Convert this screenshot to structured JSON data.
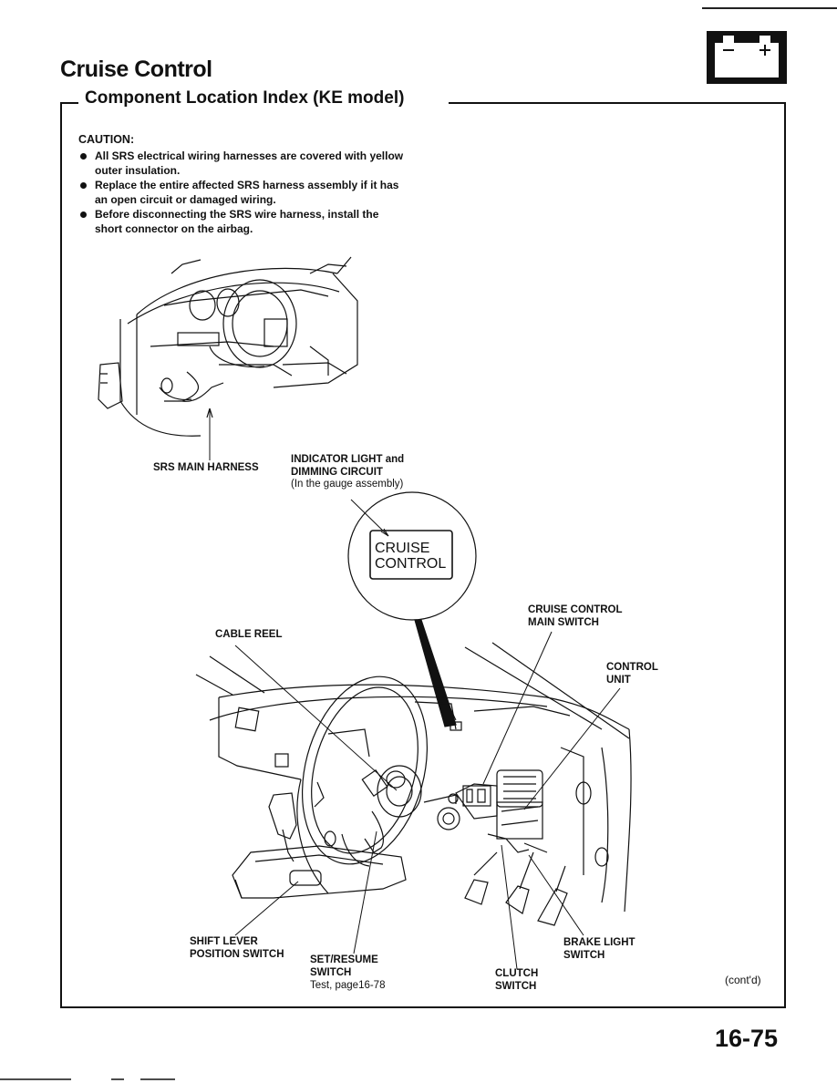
{
  "header": {
    "title": "Cruise Control",
    "subtitle": "Component Location Index (KE model)"
  },
  "caution": {
    "heading": "CAUTION:",
    "items": [
      "All SRS electrical wiring harnesses are covered with yellow outer insulation.",
      "Replace the entire affected SRS harness assembly if it has an open circuit or damaged wiring.",
      "Before disconnecting the SRS wire harness, install the short connector on the airbag."
    ]
  },
  "labels": {
    "srs_main_harness": "SRS MAIN HARNESS",
    "indicator_light": "INDICATOR LIGHT and\nDIMMING CIRCUIT",
    "indicator_note": "(In the gauge assembly)",
    "gauge_text_1": "CRUISE",
    "gauge_text_2": "CONTROL",
    "cable_reel": "CABLE REEL",
    "cruise_main_switch": "CRUISE CONTROL\nMAIN SWITCH",
    "control_unit": "CONTROL\nUNIT",
    "shift_lever_switch": "SHIFT LEVER\nPOSITION SWITCH",
    "set_resume_switch": "SET/RESUME\nSWITCH",
    "set_resume_test": "Test, page16-78",
    "clutch_switch": "CLUTCH\nSWITCH",
    "brake_light_switch": "BRAKE LIGHT\nSWITCH"
  },
  "footer": {
    "contd": "(cont'd)",
    "page_number": "16-75"
  },
  "icons": {
    "battery": "battery-icon"
  }
}
